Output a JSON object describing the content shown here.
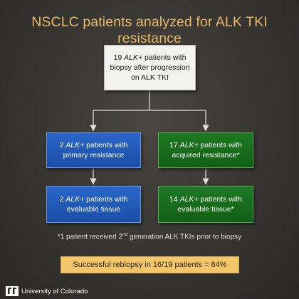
{
  "title": "NSCLC patients analyzed for ALK TKI resistance",
  "top_box": {
    "pre": "19 ",
    "em": "ALK+",
    "post": " patients with",
    "line2": "biopsy after progression",
    "line3": "on ALK TKI"
  },
  "boxes": [
    {
      "pre": "2 ",
      "em": "ALK+",
      "post": " patients with",
      "line2": "primary resistance"
    },
    {
      "pre": "17 ",
      "em": "ALK+",
      "post": " patients with",
      "line2": "acquired resistance*"
    },
    {
      "pre": "2 ",
      "em": "ALK+",
      "post": " patients with",
      "line2": "evaluable tissue"
    },
    {
      "pre": "14 ",
      "em": "ALK+",
      "post": " patients with",
      "line2": "evaluable tissue*"
    }
  ],
  "footnote": {
    "pre": "*1 patient received 2",
    "sup": "nd",
    "post": " generation ALK TKIs prior to biopsy"
  },
  "result": "Successful rebiopsy in 16/19 patients = 84%",
  "logo_text": "University of Colorado",
  "colors": {
    "title": "#e9b766",
    "blue_box": "#2160bf",
    "green_box": "#1a6e1d",
    "result_box": "#f3c66a",
    "background": "#3a3834"
  }
}
